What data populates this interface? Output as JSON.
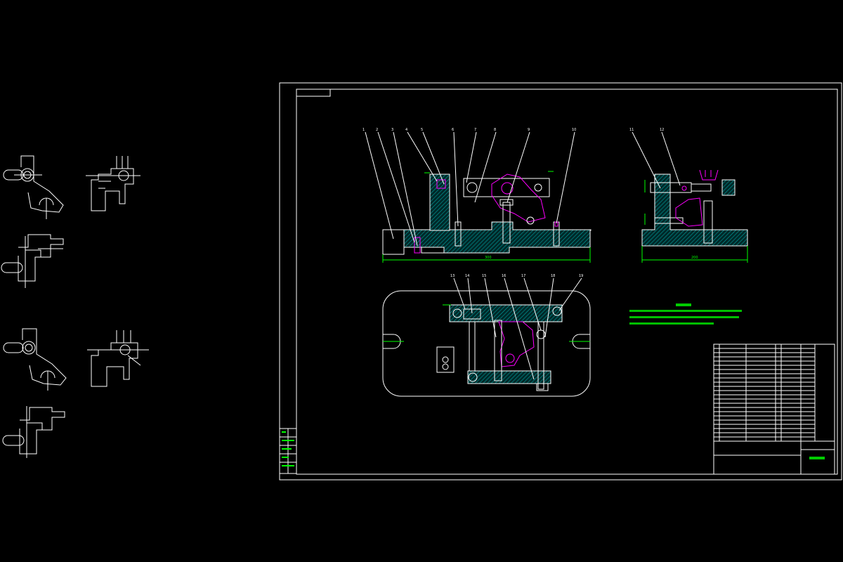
{
  "colors": {
    "background": "#000000",
    "outline": "#ffffff",
    "dimension": "#00ff00",
    "workpiece": "#ff00ff",
    "section_hatch": "#00aaaa"
  },
  "balloons": [
    "1",
    "2",
    "3",
    "4",
    "5",
    "6",
    "7",
    "8",
    "9",
    "10",
    "11",
    "12",
    "13",
    "14",
    "15",
    "16",
    "17",
    "18",
    "19"
  ],
  "dims": {
    "front_length": "300",
    "side_length": "200"
  }
}
